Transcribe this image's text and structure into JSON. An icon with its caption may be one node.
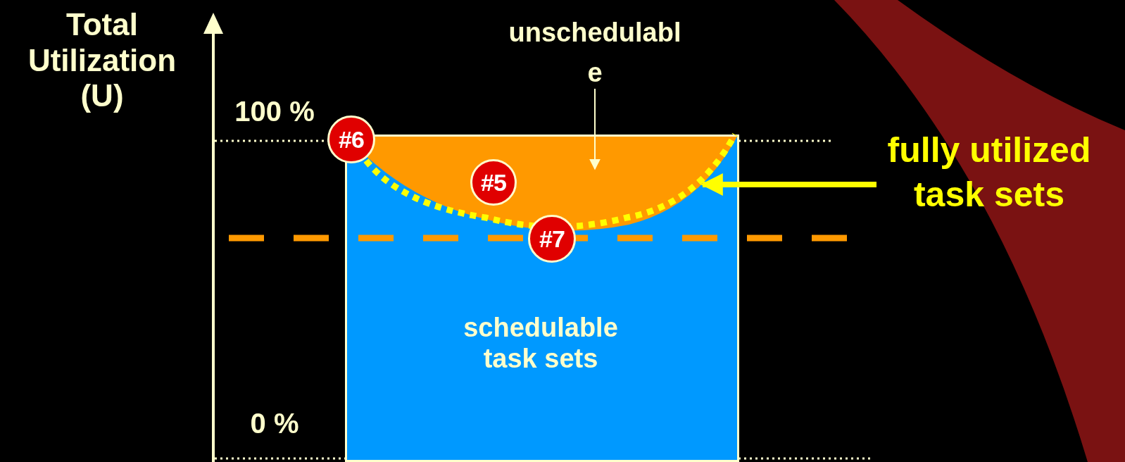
{
  "diagram": {
    "nodes": [
      {
        "text": [
          "schedulable task sets"
        ]
      },
      {
        "text": [],
        "shape": "region",
        "in": 0
      },
      {
        "text": [
          "unschedulable"
        ]
      },
      {
        "text": [
          "#6"
        ]
      },
      {
        "text": [
          "#5"
        ],
        "in": 1
      },
      {
        "text": [
          "#7"
        ],
        "in": 0
      },
      {
        "text": [
          "fully utilized task sets"
        ]
      }
    ],
    "edges": [
      {
        "from": 2,
        "to": 1,
        "arrow": "to"
      },
      {
        "from": 6,
        "to": 1,
        "arrow": "to",
        "style": "thick",
        "color": "#ffff00"
      }
    ],
    "labels": [
      "Total Utilization (U)",
      "100 %",
      "0 %"
    ]
  }
}
